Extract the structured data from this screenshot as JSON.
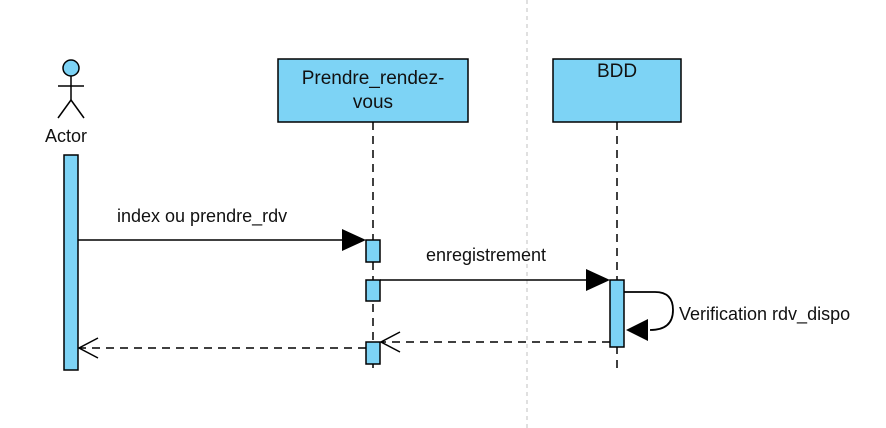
{
  "diagram": {
    "type": "sequence",
    "participants": [
      {
        "id": "actor",
        "kind": "actor",
        "label": "Actor"
      },
      {
        "id": "prendre",
        "kind": "lifeline",
        "label_line1": "Prendre_rendez-",
        "label_line2": "vous"
      },
      {
        "id": "bdd",
        "kind": "lifeline",
        "label": "BDD"
      }
    ],
    "messages": [
      {
        "from": "actor",
        "to": "prendre",
        "label": "index ou prendre_rdv",
        "style": "sync"
      },
      {
        "from": "prendre",
        "to": "bdd",
        "label": "enregistrement",
        "style": "sync"
      },
      {
        "from": "bdd",
        "to": "bdd",
        "label": "Verification rdv_dispo",
        "style": "self"
      },
      {
        "from": "bdd",
        "to": "prendre",
        "label": "",
        "style": "return"
      },
      {
        "from": "prendre",
        "to": "actor",
        "label": "",
        "style": "return"
      }
    ],
    "colors": {
      "fill": "#7dd3f5",
      "stroke": "#000000",
      "separator": "#cccccc"
    }
  }
}
